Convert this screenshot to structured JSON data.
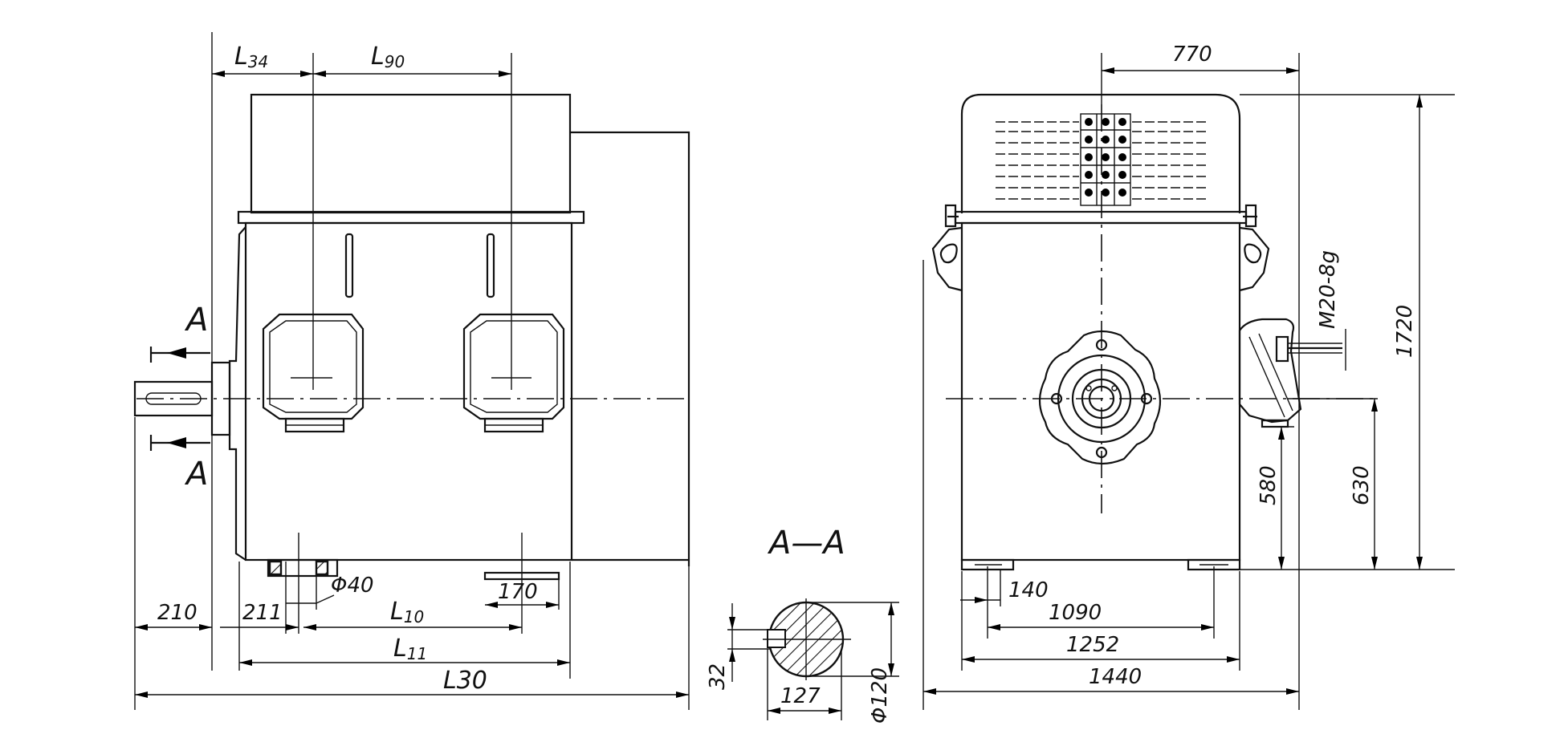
{
  "side_view": {
    "dims": {
      "l34": "L",
      "l34_sub": "34",
      "l90": "L",
      "l90_sub": "90",
      "d210": "210",
      "d211": "211",
      "d_phi40": "Φ40",
      "l10": "L",
      "l10_sub": "10",
      "d170": "170",
      "l11": "L",
      "l11_sub": "11",
      "l30": "L30"
    },
    "section_marks": {
      "top": "A",
      "bottom": "A"
    }
  },
  "section_view": {
    "title": "A—A",
    "dims": {
      "d32": "32",
      "d127": "127",
      "d_phi120": "Φ120"
    }
  },
  "front_view": {
    "dims": {
      "d770": "770",
      "d1720": "1720",
      "thread": "M20-8g",
      "d580": "580",
      "d630": "630",
      "d140": "140",
      "d1090": "1090",
      "d1252": "1252",
      "d1440": "1440"
    }
  }
}
